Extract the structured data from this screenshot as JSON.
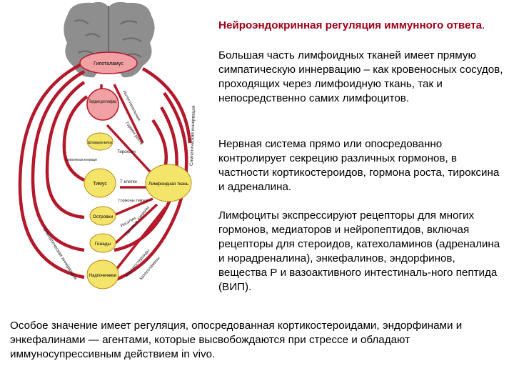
{
  "title": {
    "line": "Нейроэндокринная регуляция иммунного ответа",
    "dot": "."
  },
  "paragraphs": [
    "Большая часть лимфоидных тканей имеет прямую симпатическую иннервацию – как кровеносных сосудов, проходящих через лимфоидную ткань, так и непосредственно самих лимфоцитов.",
    "Нервная система прямо или опосредованно контролирует секрецию различных гормонов, в частности кортикостероидов, гормона роста, тироксина и адреналина.",
    "Лимфоциты экспрессируют рецепторы для многих гормонов, медиаторов и нейропептидов, включая рецепторы для стероидов, катехоламинов (адреналина и норадреналина), энкефалинов, эндорфинов, вещества Р и вазоактивного интестиналь-ного пептида (ВИП)."
  ],
  "bottom_paragraph": "Особое значение имеет регуляция, опосредованная кортикостероидами, эндорфинами и энкефалинами — агентами, которые высвобождаются при стрессе и обладают иммуносупрессивным действием in vivo.",
  "diagram": {
    "nodes": {
      "hypothalamus": "Гипоталамус",
      "pituitary": "Передняя доля гипофиза",
      "thyroid": "Щитовидная железа",
      "thymus": "Тимус",
      "lymphoid": "Лимфоидная ткань",
      "islets": "Островки",
      "gonads": "Гонады",
      "adrenal": "Надпочечники"
    },
    "labels": {
      "sympathetic_left": "Симпатическая иннервация",
      "sympathetic_right": "Симпатическая иннервация",
      "intestinal": "Интестинальные",
      "growth_hormone": "Гормон роста",
      "thyroxine": "Тироксин",
      "tcells": "Т-клетки",
      "thymus_hormones": "Гормоны тимуса",
      "insulin": "Инсулин",
      "sex_hormones": "Половые гормоны",
      "corticosteroids": "Кортикостероиды",
      "catecholamines": "Катехоламины",
      "sympathetic_innervation_small": "Симпатическая иннервация"
    }
  },
  "colors": {
    "arrow_red": "#b3182b",
    "arrow_dark": "#8a1020",
    "organ_yellow": "#f4e46a",
    "organ_pink": "#f1a1a3",
    "brain_gray": "#8e8e8e",
    "title_red": "#a0001a"
  }
}
